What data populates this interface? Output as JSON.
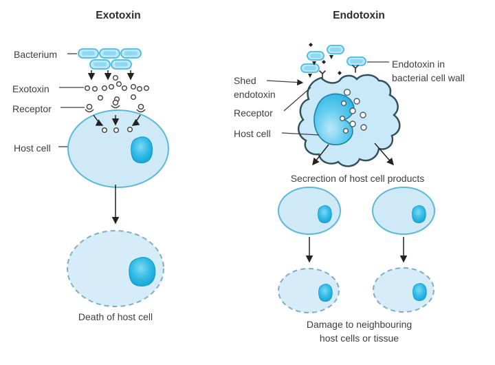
{
  "colors": {
    "background": "#ffffff",
    "cell_fill": "#cfe9f7",
    "cell_stroke": "#5ab9d9",
    "dead_cell_fill": "#d6ecf8",
    "dead_cell_stroke": "#7fadc2",
    "nucleus_blue": "#2fb9e6",
    "bacteria_fill": "#bfe7f7",
    "bacteria_stroke": "#41bde8",
    "amoeboid_outline": "#33505d",
    "arrow_color": "#222222",
    "text_color": "#3d3d3d"
  },
  "panels": {
    "exotoxin": {
      "title": "Exotoxin",
      "label_bacterium": "Bacterium",
      "label_exotoxin": "Exotoxin",
      "label_receptor": "Receptor",
      "label_host_cell": "Host cell",
      "caption_death": "Death of host cell"
    },
    "endotoxin": {
      "title": "Endotoxin",
      "label_shed_endotoxin": "Shed endotoxin",
      "label_receptor": "Receptor",
      "label_host_cell": "Host cell",
      "label_endotoxin_wall": "Endotoxin in bacterial cell wall",
      "caption_secretion": "Secrection of host cell products",
      "caption_damage": "Damage to neighbouring host cells or tissue"
    }
  }
}
